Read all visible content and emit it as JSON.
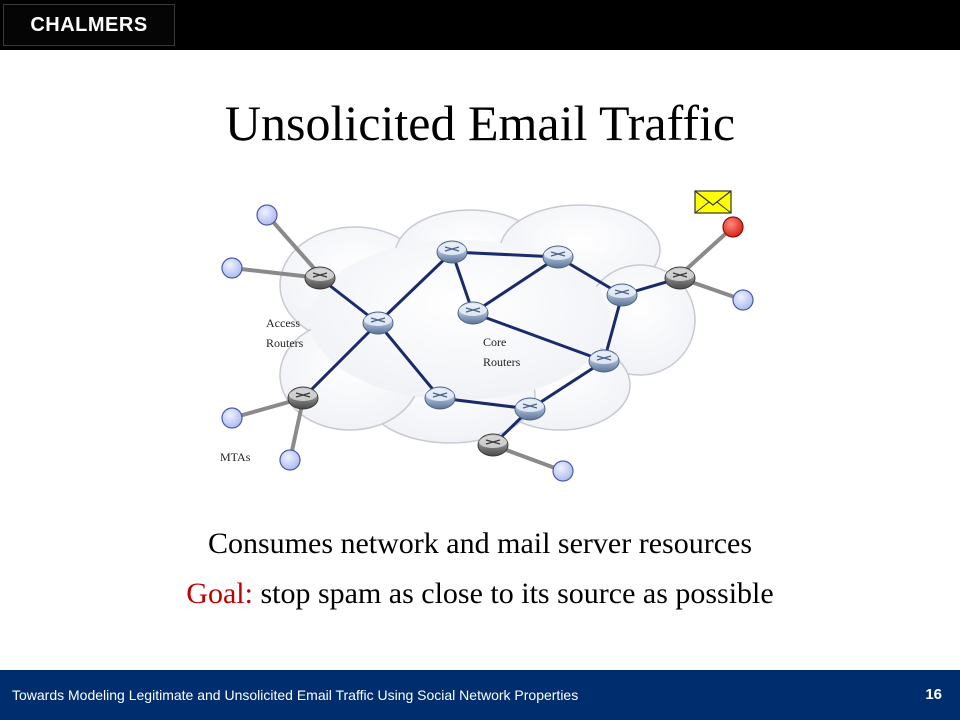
{
  "header": {
    "logo_text": "CHALMERS"
  },
  "slide": {
    "title": "Unsolicited Email Traffic",
    "bullet1": "Consumes network and mail server resources",
    "bullet2_prefix": "Goal:",
    "bullet2_rest": " stop spam as close to its source as possible"
  },
  "diagram": {
    "labels": {
      "access_line1": "Access",
      "access_line2": "Routers",
      "core_line1": "Core",
      "core_line2": "Routers",
      "mtas": "MTAs"
    },
    "colors": {
      "link": "#1b2a6b",
      "mta_fill": "#aab8ee",
      "spam_mta_fill": "#e8221a",
      "envelope": "#ffff00"
    }
  },
  "footer": {
    "text": "Towards Modeling Legitimate and Unsolicited Email Traffic Using Social Network Properties",
    "page_number": "16"
  }
}
